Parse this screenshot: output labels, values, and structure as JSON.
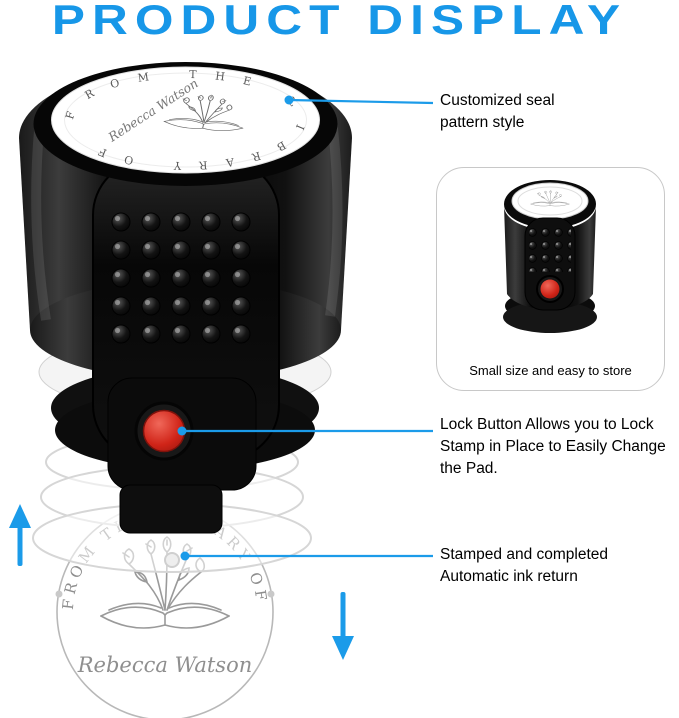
{
  "title": "PRODUCT DISPLAY",
  "colors": {
    "accent": "#1b9be9",
    "button_red": "#d02418"
  },
  "stamp": {
    "seal_text": "FROM THE LIBRARY OF",
    "owner_name": "Rebecca Watson"
  },
  "imprint": {
    "arc_text": "FROM THE LIBRARY OF",
    "owner_name": "Rebecca Watson"
  },
  "annotations": {
    "seal": "Customized seal pattern style",
    "lock": "Lock Button Allows you to Lock Stamp in Place to Easily Change the Pad.",
    "ink": "Stamped and completed Automatic ink return"
  },
  "side_box": {
    "caption": "Small size and easy to store"
  }
}
